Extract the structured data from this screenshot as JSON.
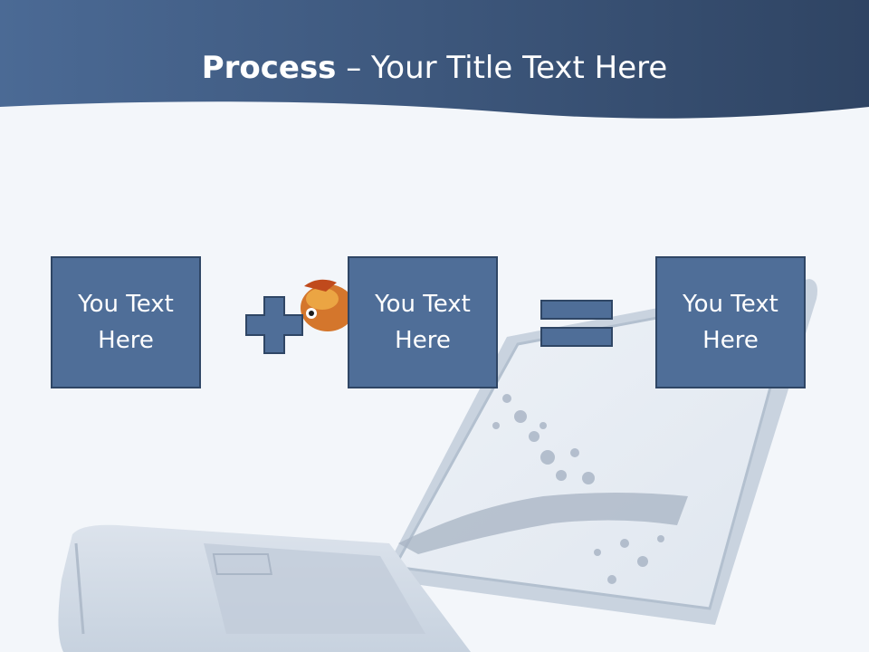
{
  "title": {
    "bold": "Process",
    "rest": " – Your Title Text Here"
  },
  "steps": [
    {
      "label": "You Text Here"
    },
    {
      "label": "You Text Here"
    },
    {
      "label": "You Text Here"
    }
  ],
  "operators": [
    "plus",
    "equals"
  ],
  "colors": {
    "header": "#3e5b84",
    "box_fill": "#4f6e98",
    "box_border": "#2f4665",
    "background": "#f3f6fa"
  }
}
